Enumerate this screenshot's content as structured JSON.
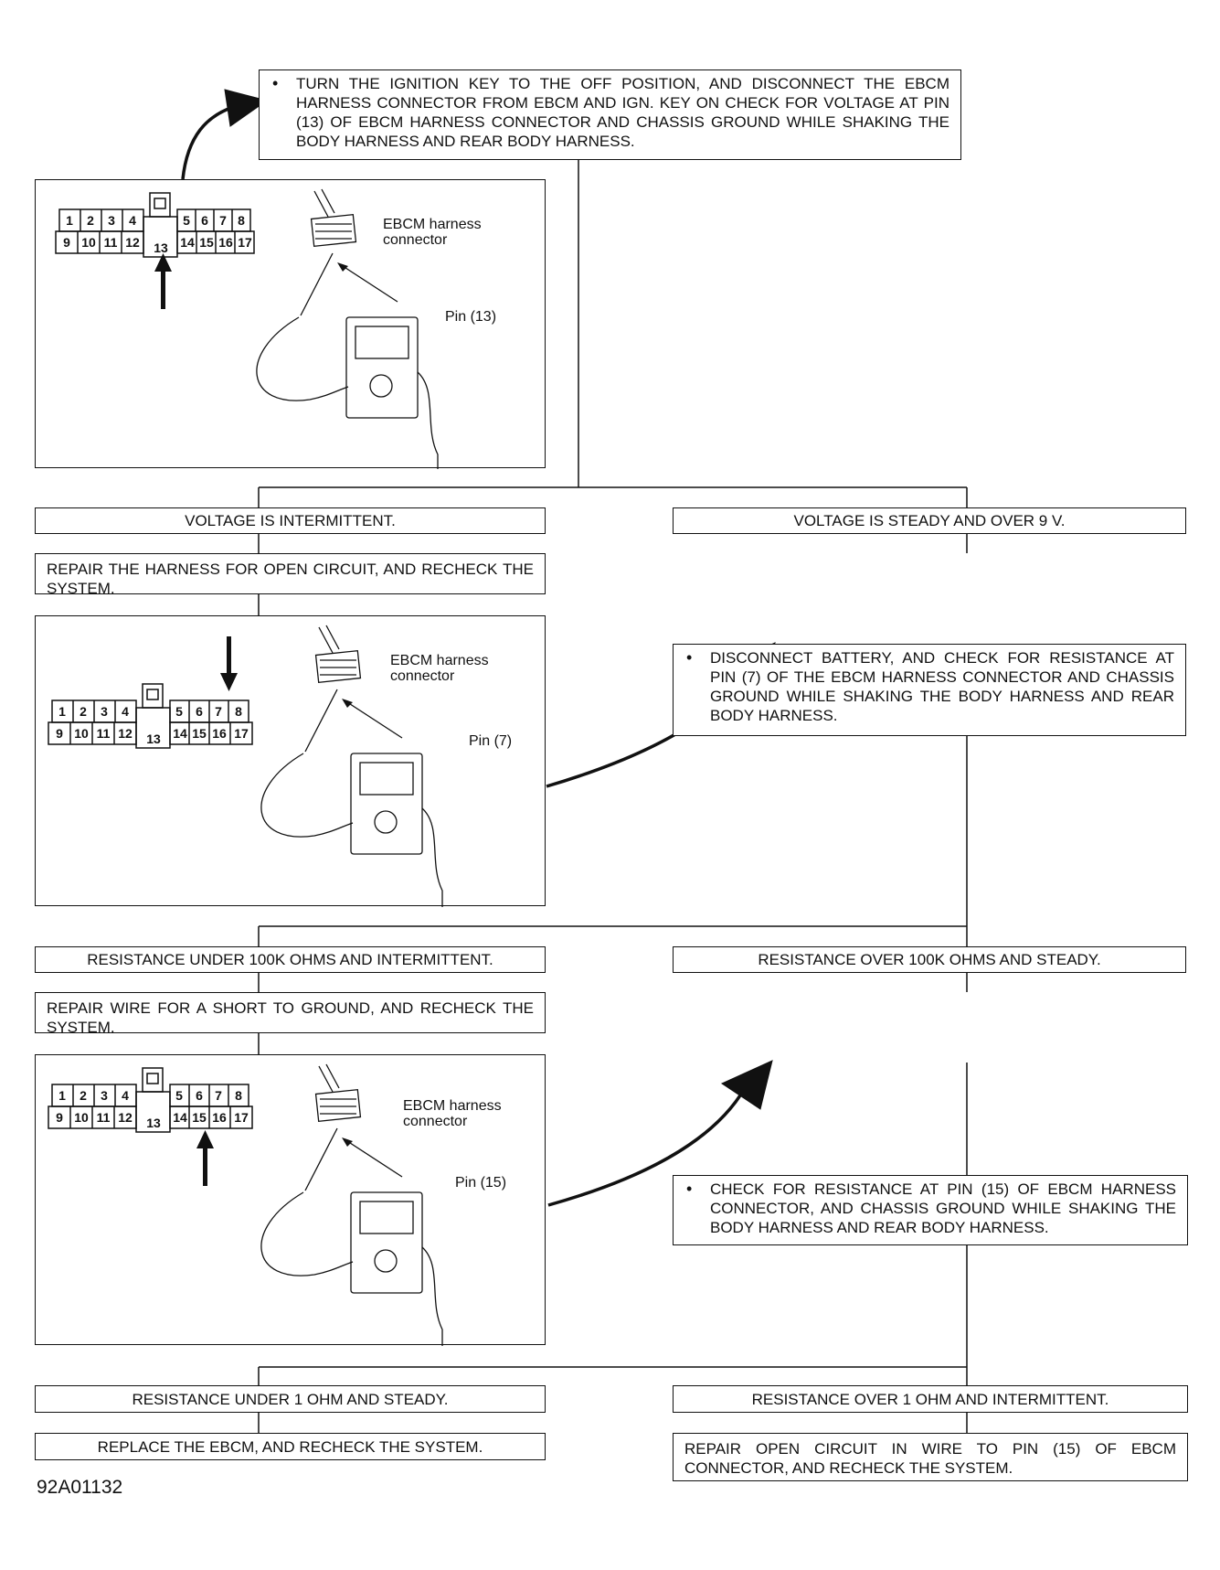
{
  "steps": {
    "s1": "TURN THE IGNITION KEY TO THE OFF POSITION, AND DISCONNECT THE EBCM HARNESS CONNECTOR FROM EBCM AND IGN. KEY ON CHECK FOR VOLTAGE AT PIN (13) OF EBCM HARNESS CONNECTOR AND CHASSIS GROUND WHILE SHAKING THE BODY HARNESS AND REAR BODY HARNESS.",
    "r1a": "VOLTAGE IS INTERMITTENT.",
    "r1b": "VOLTAGE IS STEADY AND OVER 9 V.",
    "a1": "REPAIR THE HARNESS FOR OPEN CIRCUIT, AND RECHECK THE SYSTEM.",
    "s2": "DISCONNECT BATTERY, AND CHECK FOR RESISTANCE AT PIN (7) OF THE EBCM HARNESS CONNECTOR AND CHASSIS GROUND WHILE SHAKING THE BODY HARNESS AND REAR BODY HARNESS.",
    "r2a": "RESISTANCE UNDER 100K OHMS AND INTERMITTENT.",
    "r2b": "RESISTANCE OVER 100K OHMS AND STEADY.",
    "a2": "REPAIR WIRE FOR A SHORT TO GROUND, AND RECHECK THE SYSTEM.",
    "s3": "CHECK FOR RESISTANCE AT PIN (15) OF EBCM HARNESS CONNECTOR, AND CHASSIS GROUND WHILE SHAKING THE BODY HARNESS AND REAR BODY HARNESS.",
    "r3a": "RESISTANCE UNDER 1 OHM AND STEADY.",
    "r3b": "RESISTANCE OVER 1 OHM AND INTERMITTENT.",
    "a3a": "REPLACE THE EBCM, AND RECHECK THE SYSTEM.",
    "a3b": "REPAIR OPEN CIRCUIT IN WIRE TO PIN (15) OF EBCM CONNECTOR, AND RECHECK THE SYSTEM."
  },
  "figures": {
    "connector_label_line1": "EBCM harness",
    "connector_label_line2": "connector",
    "fig1_pin": "Pin (13)",
    "fig2_pin": "Pin (7)",
    "fig3_pin": "Pin (15)",
    "pins_top": [
      "1",
      "2",
      "3",
      "4",
      "5",
      "6",
      "7",
      "8"
    ],
    "pins_bottom": [
      "9",
      "10",
      "11",
      "12",
      "13",
      "14",
      "15",
      "16",
      "17"
    ]
  },
  "reference_code": "92A01132"
}
